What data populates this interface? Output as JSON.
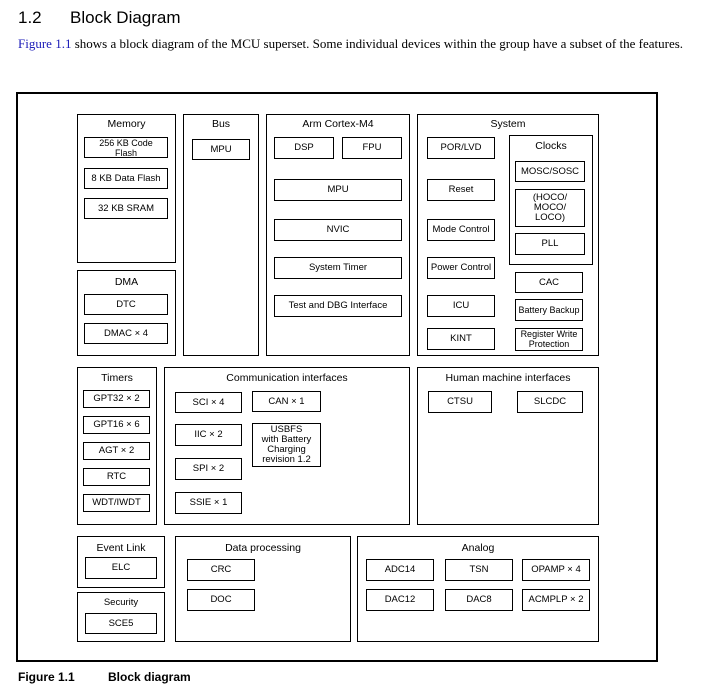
{
  "section": {
    "number": "1.2",
    "title": "Block Diagram"
  },
  "intro": {
    "link_text": "Figure 1.1",
    "text": " shows a block diagram of the MCU superset. Some individual devices within the group have a subset of the features."
  },
  "diagram": {
    "memory": {
      "title": "Memory",
      "blocks": [
        "256 KB Code Flash",
        "8 KB Data Flash",
        "32 KB SRAM"
      ]
    },
    "bus": {
      "title": "Bus",
      "blocks": [
        "MPU"
      ]
    },
    "arm": {
      "title": "Arm Cortex-M4",
      "blocks": [
        "DSP",
        "FPU",
        "MPU",
        "NVIC",
        "System Timer",
        "Test and DBG Interface"
      ]
    },
    "system": {
      "title": "System",
      "blocks": [
        "POR/LVD",
        "Reset",
        "Mode Control",
        "Power Control",
        "ICU",
        "KINT"
      ],
      "clocks": {
        "title": "Clocks",
        "blocks": [
          "MOSC/SOSC",
          "(HOCO/\nMOCO/\nLOCO)",
          "PLL"
        ]
      },
      "extra": [
        "CAC",
        "Battery Backup",
        "Register Write\nProtection"
      ]
    },
    "dma": {
      "title": "DMA",
      "blocks": [
        "DTC",
        "DMAC × 4"
      ]
    },
    "timers": {
      "title": "Timers",
      "blocks": [
        "GPT32 × 2",
        "GPT16 × 6",
        "AGT × 2",
        "RTC",
        "WDT/IWDT"
      ]
    },
    "comm": {
      "title": "Communication interfaces",
      "blocks": [
        "SCI × 4",
        "CAN × 1",
        "IIC × 2",
        "USBFS\nwith Battery\nCharging\nrevision 1.2",
        "SPI × 2",
        "SSIE × 1"
      ]
    },
    "hmi": {
      "title": "Human machine interfaces",
      "blocks": [
        "CTSU",
        "SLCDC"
      ]
    },
    "event": {
      "title": "Event Link",
      "blocks": [
        "ELC"
      ]
    },
    "security": {
      "title": "Security",
      "blocks": [
        "SCE5"
      ]
    },
    "dataproc": {
      "title": "Data processing",
      "blocks": [
        "CRC",
        "DOC"
      ]
    },
    "analog": {
      "title": "Analog",
      "blocks": [
        "ADC14",
        "TSN",
        "OPAMP × 4",
        "DAC12",
        "DAC8",
        "ACMPLP × 2"
      ]
    }
  },
  "caption": {
    "number": "Figure 1.1",
    "title": "Block diagram"
  }
}
